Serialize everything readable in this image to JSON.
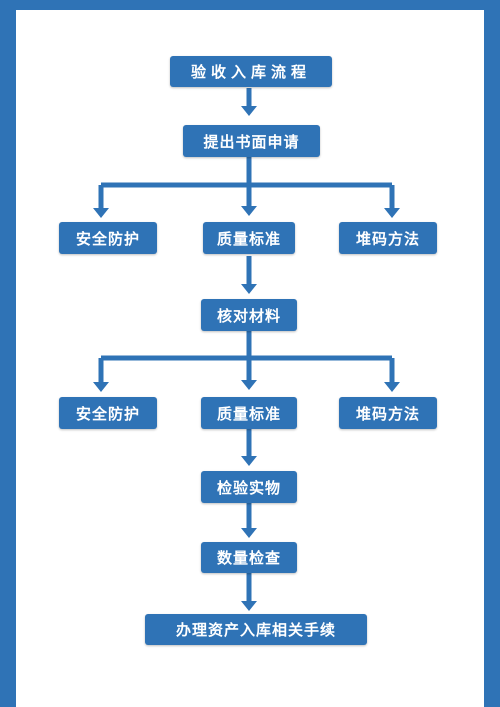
{
  "title": "验收入库流程",
  "step_request": "提出书面申请",
  "row1": [
    "安全防护",
    "质量标准",
    "堆码方法"
  ],
  "step_check_materials": "核对材料",
  "row2": [
    "安全防护",
    "质量标准",
    "堆码方法"
  ],
  "step_inspect": "检验实物",
  "step_count": "数量检查",
  "step_final": "办理资产入库相关手续",
  "colors": {
    "accent": "#2f73b6",
    "text": "#ffffff",
    "background": "#ffffff"
  }
}
